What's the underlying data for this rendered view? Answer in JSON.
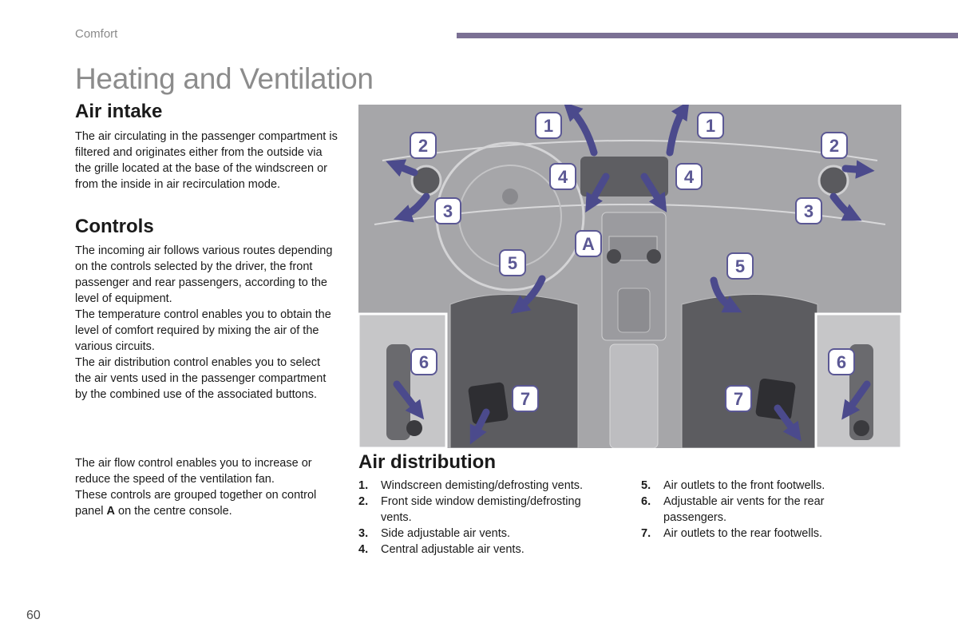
{
  "header": {
    "section": "Comfort",
    "title": "Heating and Ventilation",
    "bar_color": "#7b7094"
  },
  "air_intake": {
    "heading": "Air intake",
    "text": "The air circulating in the passenger compartment is filtered and originates either from the outside via the grille located at the base of the windscreen or from the inside in air recirculation mode."
  },
  "controls": {
    "heading": "Controls",
    "paragraphs": [
      "The incoming air follows various routes depending on the controls selected by the driver, the front passenger and rear passengers, according to the level of equipment.",
      "The temperature control enables you to obtain the level of comfort required by mixing the air of the various circuits.",
      "The air distribution control enables you to select the air vents used in the passenger compartment by the combined use of the associated buttons."
    ],
    "airflow_paragraph": "The air flow control enables you to increase or reduce the speed of the ventilation fan.",
    "grouped_before": "These controls are grouped together on control panel ",
    "grouped_bold": "A",
    "grouped_after": " on the centre console."
  },
  "figure": {
    "callout_labels": [
      "1",
      "2",
      "3",
      "4",
      "5",
      "6",
      "7",
      "A"
    ],
    "arrow_color": "#4b4a8c",
    "icons": [
      "steering-wheel",
      "dashboard-vent",
      "front-seat",
      "door-pillar-vent",
      "floor-vent"
    ]
  },
  "air_distribution": {
    "heading": "Air distribution",
    "items": [
      {
        "num": "1.",
        "text": "Windscreen demisting/defrosting vents."
      },
      {
        "num": "2.",
        "text": "Front side window demisting/defrosting vents."
      },
      {
        "num": "3.",
        "text": "Side adjustable air vents."
      },
      {
        "num": "4.",
        "text": "Central adjustable air vents."
      },
      {
        "num": "5.",
        "text": "Air outlets to the front footwells."
      },
      {
        "num": "6.",
        "text": "Adjustable air vents for the rear passengers."
      },
      {
        "num": "7.",
        "text": "Air outlets to the rear footwells."
      }
    ]
  },
  "footer": {
    "page_number": "60"
  }
}
